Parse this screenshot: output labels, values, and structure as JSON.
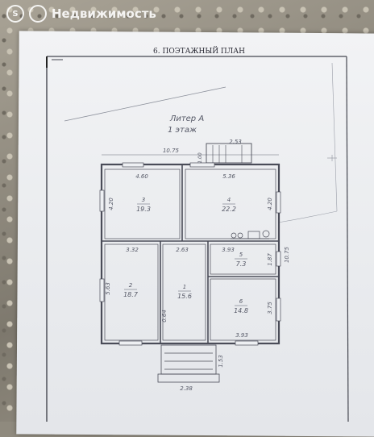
{
  "watermark": {
    "brand": "Недвижимость",
    "logo_glyph": "S"
  },
  "document": {
    "title": "6. ПОЭТАЖНЫЙ ПЛАН",
    "litera": "Литер А",
    "floor": "1 этаж"
  },
  "dimensions": {
    "total_width": "10.75",
    "total_height": "10.75",
    "porch_top": "2.53",
    "porch_top_depth": "1.00",
    "room3_w": "4.60",
    "room3_h": "4.20",
    "room4_w": "5.36",
    "room4_h": "4.20",
    "room2_w": "3.32",
    "room2_h": "5.63",
    "room1_w": "2.63",
    "room1_h": "0.64",
    "room5_w": "3.93",
    "room5_h": "1.87",
    "room6_w": "3.93",
    "room6_h": "3.75",
    "porch_bottom_w": "2.38",
    "porch_bottom_h": "1.53"
  },
  "rooms": [
    {
      "id": "3",
      "area": "19.3"
    },
    {
      "id": "4",
      "area": "22.2"
    },
    {
      "id": "2",
      "area": "18.7"
    },
    {
      "id": "1",
      "area": "15.6"
    },
    {
      "id": "5",
      "area": "7.3"
    },
    {
      "id": "6",
      "area": "14.8"
    }
  ],
  "colors": {
    "line": "#4a4c58",
    "paper": "#eef0f3"
  }
}
